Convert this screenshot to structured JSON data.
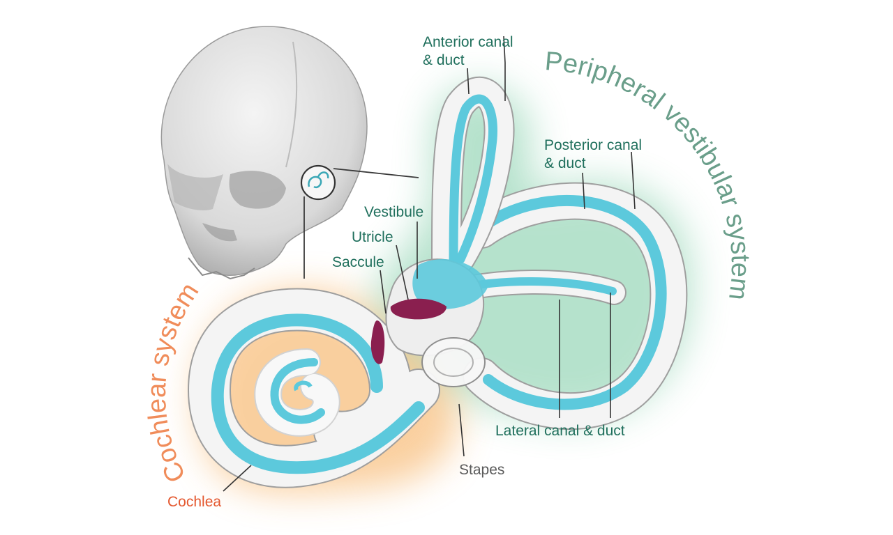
{
  "diagram": {
    "system_titles": {
      "peripheral_vestibular": "Peripheral vestibular system",
      "cochlear": "Cochlear system"
    },
    "labels": {
      "anterior_canal_line1": "Anterior canal",
      "anterior_canal_line2": "& duct",
      "posterior_canal_line1": "Posterior canal",
      "posterior_canal_line2": "& duct",
      "vestibule": "Vestibule",
      "utricle": "Utricle",
      "saccule": "Saccule",
      "lateral_canal": "Lateral canal & duct",
      "stapes": "Stapes",
      "cochlea": "Cochlea"
    },
    "colors": {
      "duct_blue": "#5cc9dc",
      "bone_white": "#f2f2f2",
      "saccule_purple": "#8a1f4f",
      "vestibular_glow": "#5dbf8f",
      "cochlear_glow": "#f5a040",
      "teal_text": "#1f6f5c",
      "vestibular_title": "#6a9e8a",
      "cochlear_title": "#f08c5a",
      "cochlea_text": "#e4572e",
      "stapes_text": "#5a5a5a"
    }
  }
}
